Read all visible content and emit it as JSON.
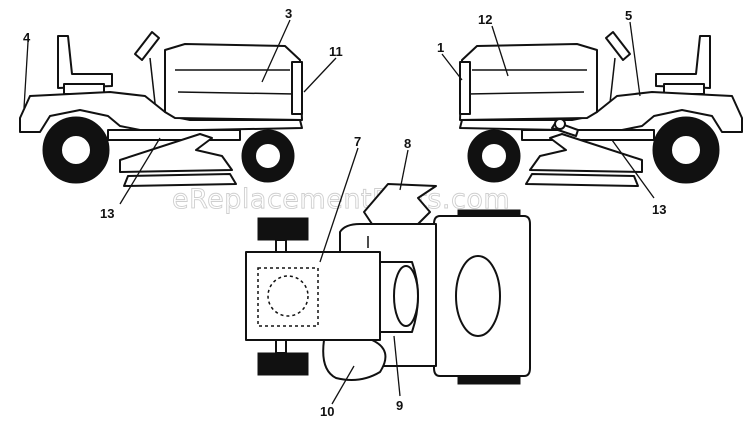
{
  "watermark": "eReplacementParts.com",
  "callouts": {
    "c1": "1",
    "c3": "3",
    "c4": "4",
    "c5": "5",
    "c7": "7",
    "c8": "8",
    "c9": "9",
    "c10": "10",
    "c11": "11",
    "c12": "12",
    "c13_left": "13",
    "c13_right": "13"
  }
}
